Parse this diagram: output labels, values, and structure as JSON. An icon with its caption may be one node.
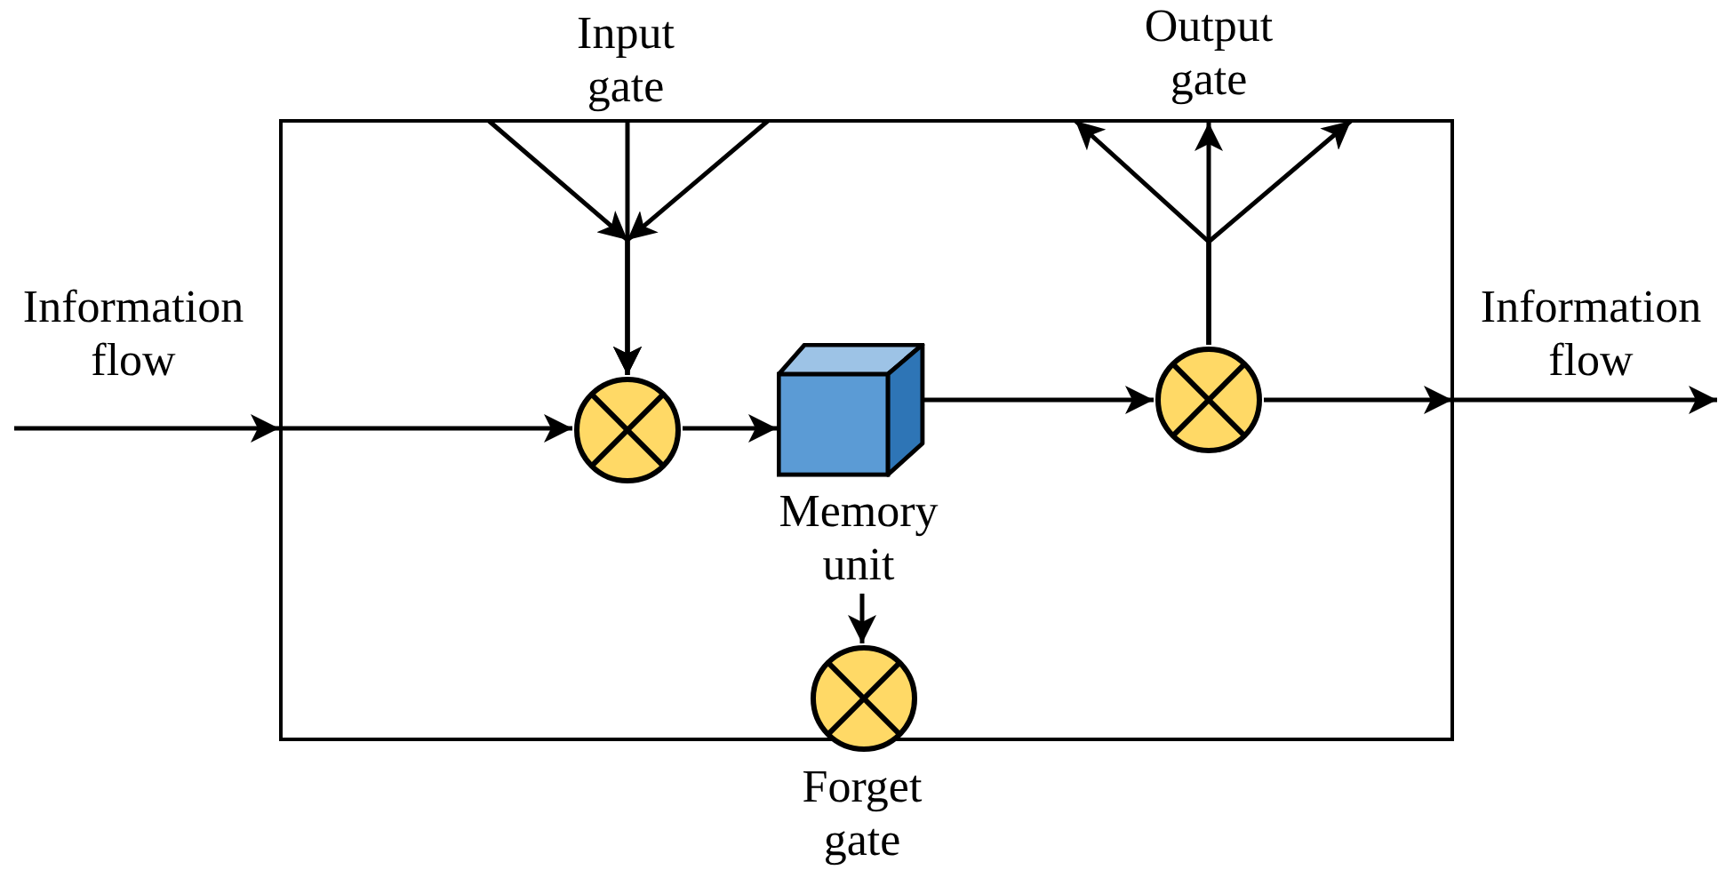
{
  "diagram": {
    "nodes": [
      {
        "text": [],
        "shape": "box"
      },
      {
        "text": [
          "Information flow"
        ]
      },
      {
        "text": [
          "Input gate"
        ]
      },
      {
        "text": [],
        "shape": "circle",
        "in": 0
      },
      {
        "text": [
          "Memory unit"
        ],
        "in": 0
      },
      {
        "text": [],
        "shape": "circle",
        "in": 0
      },
      {
        "text": [
          "Output gate"
        ]
      },
      {
        "text": [
          "Information flow"
        ]
      },
      {
        "text": [
          "Forget gate"
        ]
      }
    ],
    "edges": [
      {
        "from": 1,
        "to": 3,
        "arrow": "to"
      },
      {
        "from": 2,
        "to": 3,
        "arrow": "to"
      },
      {
        "from": 2,
        "to": 3,
        "arrow": "to"
      },
      {
        "from": 2,
        "to": 3,
        "arrow": "to"
      },
      {
        "from": 3,
        "to": 4,
        "arrow": "to"
      },
      {
        "from": 4,
        "to": 5,
        "arrow": "to"
      },
      {
        "from": 5,
        "to": 6,
        "arrow": "to"
      },
      {
        "from": 5,
        "to": 6,
        "arrow": "to"
      },
      {
        "from": 5,
        "to": 6,
        "arrow": "to"
      },
      {
        "from": 5,
        "to": 7,
        "arrow": "to"
      },
      {
        "from": 4,
        "to": 8,
        "arrow": "to"
      }
    ]
  }
}
